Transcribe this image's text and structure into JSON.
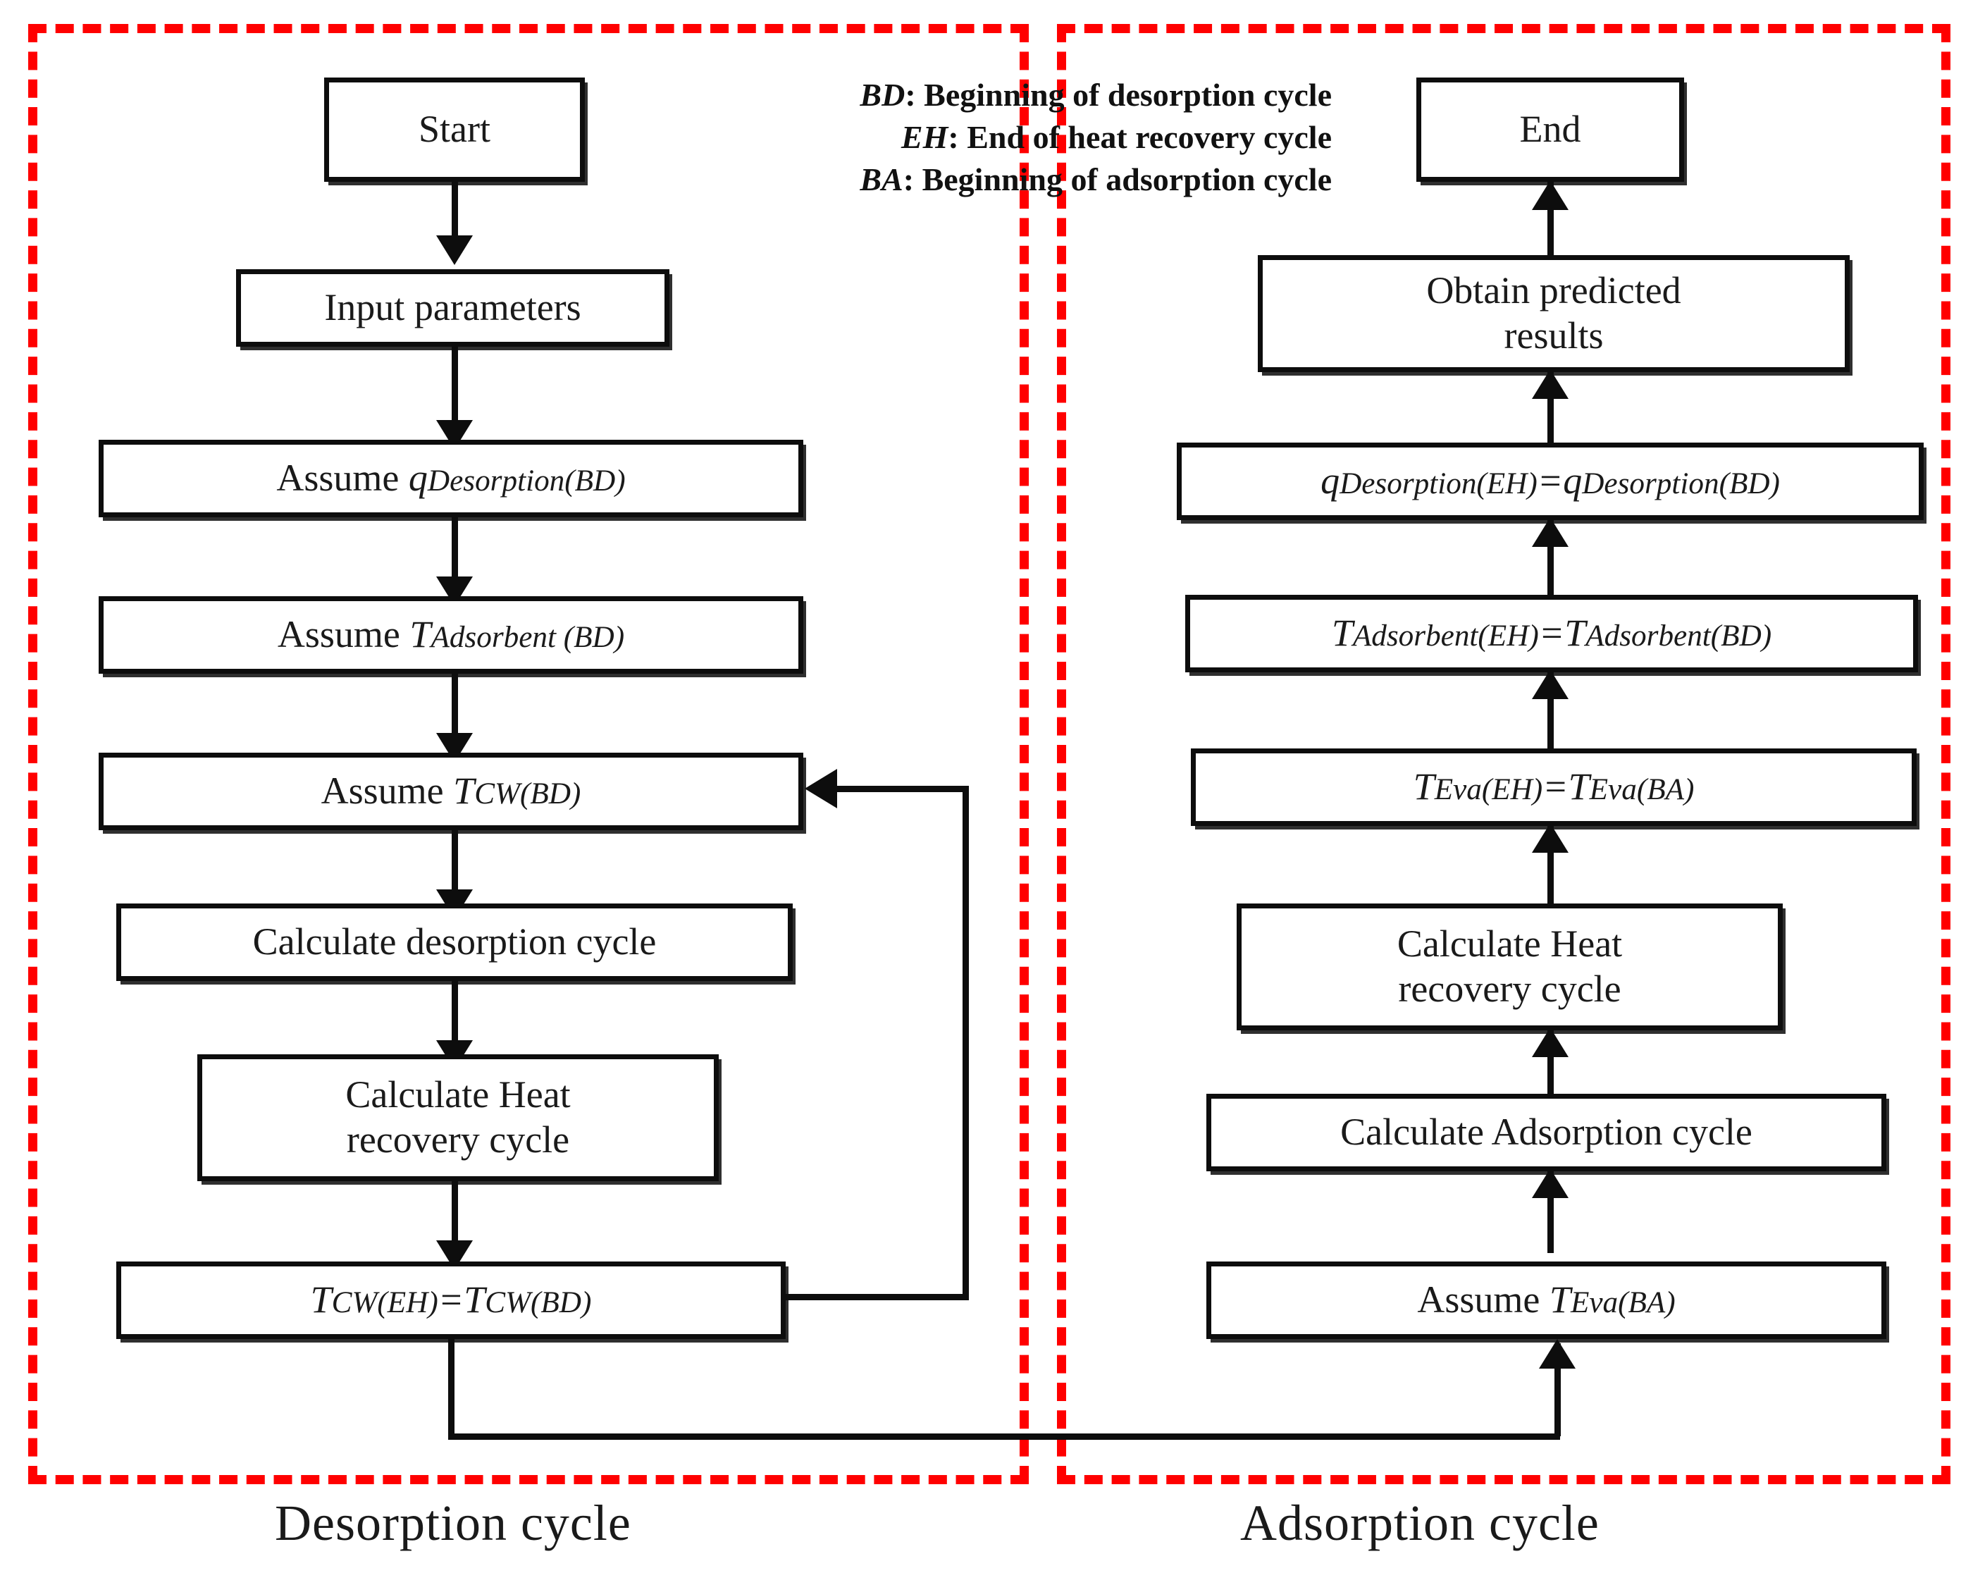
{
  "figure": {
    "type": "flowchart",
    "description": "Simulation algorithm flowchart for an adsorption chiller split into desorption and adsorption cycles"
  },
  "legend": {
    "items": [
      {
        "key": "BD",
        "sep": ": ",
        "text": "Beginning of desorption cycle"
      },
      {
        "key": "EH",
        "sep": ": ",
        "text": "End of heat recovery cycle"
      },
      {
        "key": "BA",
        "sep": ": ",
        "text": "Beginning of adsorption cycle"
      }
    ]
  },
  "regions": [
    {
      "id": "desorption",
      "label": "Desorption cycle",
      "color": "#FF0000"
    },
    {
      "id": "adsorption",
      "label": "Adsorption cycle",
      "color": "#FF0000"
    }
  ],
  "left_column": {
    "title": "Desorption cycle",
    "nodes": [
      {
        "id": "start",
        "text": "Start"
      },
      {
        "id": "input",
        "text": "Input parameters"
      },
      {
        "id": "assume_q_bd",
        "prefix": "Assume ",
        "var": "q",
        "sub": "Desorption(BD)"
      },
      {
        "id": "assume_tads_bd",
        "prefix": "Assume ",
        "var": "T",
        "sub": "Adsorbent (BD)"
      },
      {
        "id": "assume_tcw_bd",
        "prefix": "Assume ",
        "var": "T",
        "sub": "CW(BD)"
      },
      {
        "id": "calc_des",
        "text": "Calculate desorption cycle"
      },
      {
        "id": "calc_heat_rec",
        "text": "Calculate Heat\nrecovery cycle",
        "line1": "Calculate Heat",
        "line2": "recovery cycle"
      },
      {
        "id": "tcw_eq",
        "var": "T",
        "sub": "CW(EH)",
        "eq": "=",
        "var2": "T",
        "sub2": "CW(BD)"
      }
    ]
  },
  "right_column": {
    "title": "Adsorption cycle",
    "nodes": [
      {
        "id": "end",
        "text": "End"
      },
      {
        "id": "obtain",
        "line1": "Obtain predicted",
        "line2": "results"
      },
      {
        "id": "q_eq",
        "var": "q",
        "sub": "Desorption(EH)",
        "eq": "=",
        "var2": "q",
        "sub2": "Desorption(BD)"
      },
      {
        "id": "tads_eq",
        "var": "T",
        "sub": "Adsorbent(EH)",
        "eq": "=",
        "var2": "T",
        "sub2": "Adsorbent(BD)"
      },
      {
        "id": "teva_eq",
        "var": "T",
        "sub": "Eva(EH)",
        "eq": "=",
        "var2": "T",
        "sub2": "Eva(BA)"
      },
      {
        "id": "calc_heat_rec2",
        "line1": "Calculate Heat",
        "line2": "recovery cycle"
      },
      {
        "id": "calc_ads",
        "text": "Calculate Adsorption cycle"
      },
      {
        "id": "assume_teva_ba",
        "prefix": "Assume ",
        "var": "T",
        "sub": "Eva(BA)"
      }
    ]
  },
  "connectors": {
    "feedback_loop_label": "T_CW(EH) back to Assume T_CW(BD)",
    "cross_cycle_label": "T_CW(EH) to Assume T_Eva(BA)"
  },
  "colors": {
    "region_border": "#FF0000",
    "box_border": "#0d0d0d",
    "text": "#1a1a1a",
    "background": "#ffffff"
  }
}
